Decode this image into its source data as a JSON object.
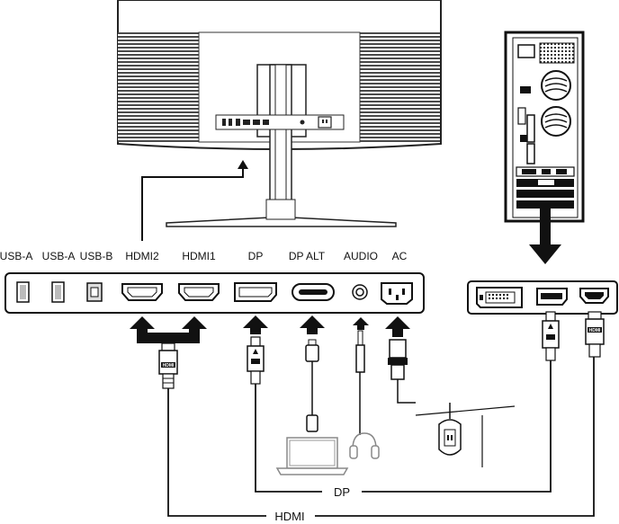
{
  "diagram": {
    "port_labels": {
      "usb_a_1": "USB-A",
      "usb_a_2": "USB-A",
      "usb_b": "USB-B",
      "hdmi2": "HDMI2",
      "hdmi1": "HDMI1",
      "dp": "DP",
      "dp_alt": "DP ALT",
      "audio": "AUDIO",
      "ac": "AC"
    },
    "cable_labels": {
      "dp": "DP",
      "hdmi": "HDMI"
    },
    "connector_tags": {
      "hdmi": "HDMI"
    }
  }
}
